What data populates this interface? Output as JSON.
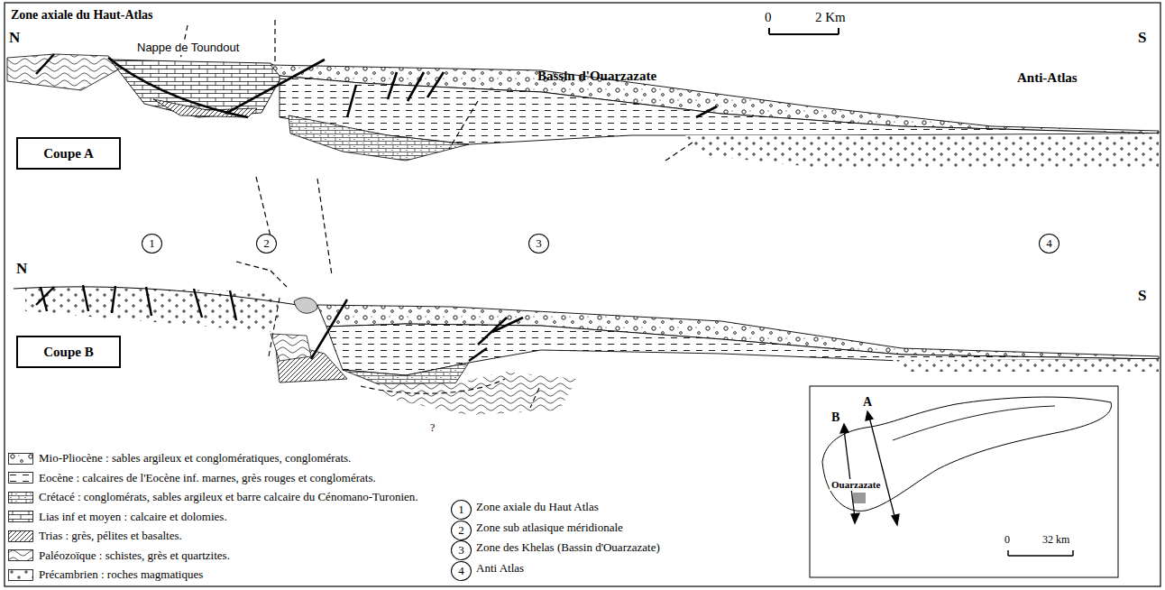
{
  "diagram": {
    "nodes": [
      {
        "text": [
          "Coupe A"
        ]
      },
      {
        "text": [
          "Coupe B"
        ]
      },
      {
        "text": [
          "1"
        ]
      },
      {
        "text": [
          "2"
        ]
      },
      {
        "text": [
          "3"
        ]
      },
      {
        "text": [
          "4"
        ]
      },
      {
        "text": [
          "1"
        ]
      },
      {
        "text": [
          "2"
        ]
      },
      {
        "text": [
          "3"
        ]
      },
      {
        "text": [
          "4"
        ]
      }
    ],
    "edges": [],
    "labels": [
      "Zone axiale du Haut-Atlas",
      "N",
      "Nappe de Toundout",
      "0",
      "2 Km",
      "Bassin d'Ouarzazate",
      "S",
      "Anti-Atlas",
      "N",
      "S",
      "?",
      "Zone axiale du Haut Atlas",
      "Zone sub atlasique méridionale",
      "Zone des Khelas (Bassin d'Ouarzazate)",
      "Anti Atlas",
      "B",
      "A",
      "Ouarzazate",
      "0",
      "32 km"
    ],
    "legend": [
      {
        "text": "Mio-Pliocène : sables argileux et conglomératiques, conglomérats."
      },
      {
        "text": "Eocène : calcaires de l'Eocène inf. marnes, grès rouges et conglomérats."
      },
      {
        "text": "Crétacé : conglomérats, sables argileux et barre calcaire du Cénomano-Turonien."
      },
      {
        "text": "Lias inf et moyen : calcaire et dolomies."
      },
      {
        "text": "Trias : grès, pélites et basaltes."
      },
      {
        "text": "Paléozoïque : schistes, grès et quartzites."
      },
      {
        "text": "Précambrien : roches magmatiques"
      }
    ]
  }
}
